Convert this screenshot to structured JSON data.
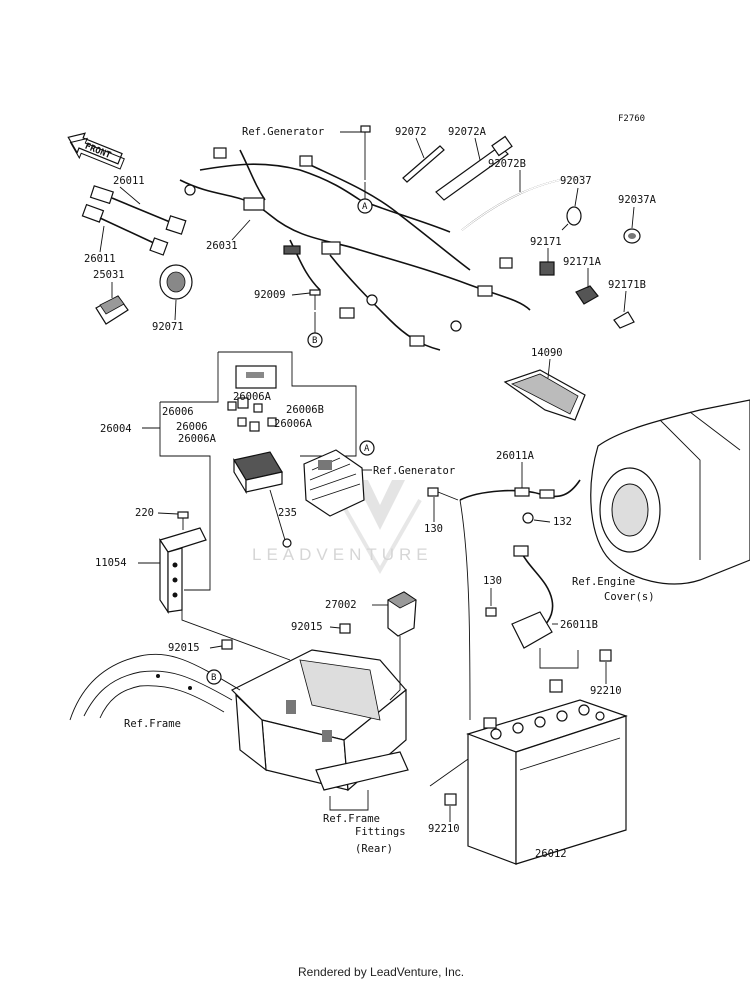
{
  "diagram_code": "F2760",
  "front_arrow": "FRONT",
  "watermark": "LEADVENTURE",
  "footer": "Rendered by LeadVenture, Inc.",
  "callouts": [
    "A",
    "B"
  ],
  "labels": {
    "ref_generator_top": "Ref.Generator",
    "ref_generator_mid": "Ref.Generator",
    "ref_frame": "Ref.Frame",
    "ref_frame_fittings_1": "Ref.Frame",
    "ref_frame_fittings_2": "Fittings",
    "ref_frame_fittings_3": "(Rear)",
    "ref_engine_cover_1": "Ref.Engine",
    "ref_engine_cover_2": "Cover(s)"
  },
  "parts": {
    "p26011_a": "26011",
    "p26011_b": "26011",
    "p25031": "25031",
    "p92071": "92071",
    "p26031": "26031",
    "p92009": "92009",
    "p92072": "92072",
    "p92072A": "92072A",
    "p92072B": "92072B",
    "p92037": "92037",
    "p92037A": "92037A",
    "p92171": "92171",
    "p92171A": "92171A",
    "p92171B": "92171B",
    "p14090": "14090",
    "p26004": "26004",
    "p26006_a": "26006",
    "p26006_b": "26006",
    "p26006A_a": "26006A",
    "p26006A_b": "26006A",
    "p26006A_c": "26006A",
    "p26006B": "26006B",
    "p220": "220",
    "p235": "235",
    "p11054": "11054",
    "p92015_a": "92015",
    "p92015_b": "92015",
    "p27002": "27002",
    "p26011A": "26011A",
    "p130_a": "130",
    "p130_b": "130",
    "p132": "132",
    "p26011B": "26011B",
    "p92210_a": "92210",
    "p92210_b": "92210",
    "p26012": "26012"
  }
}
